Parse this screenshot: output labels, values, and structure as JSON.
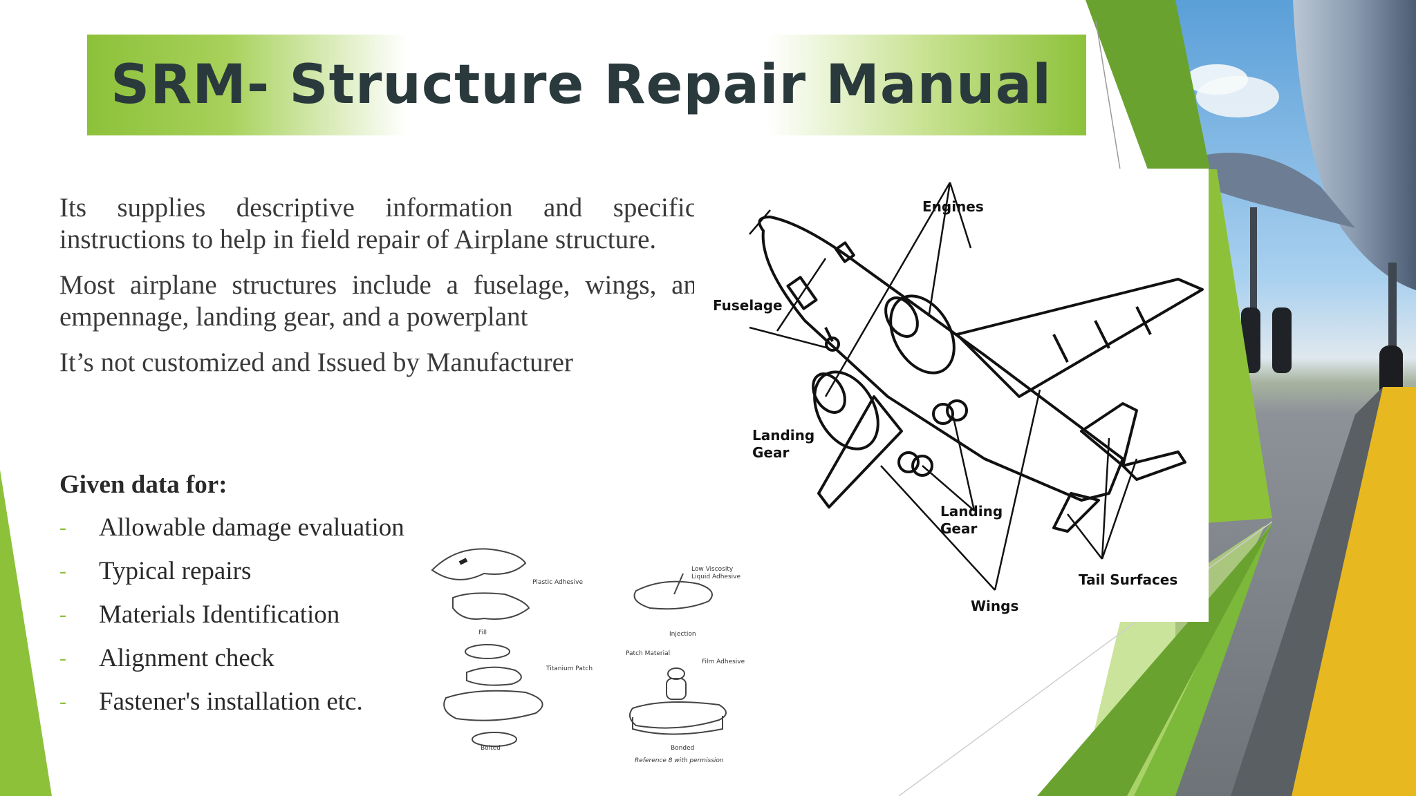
{
  "slide": {
    "title": "SRM- Structure Repair Manual",
    "paragraphs": [
      "Its supplies descriptive information and specific instructions to help in field repair of Airplane structure.",
      "Most airplane structures include a  fuselage, wings, an empennage, landing gear, and a powerplant",
      "It’s not customized and Issued by Manufacturer"
    ],
    "given_heading": "Given data for:",
    "bullets": [
      "Allowable damage evaluation",
      "Typical repairs",
      "Materials Identification",
      "Alignment check",
      "Fastener's installation etc."
    ],
    "bullet_marker": "-"
  },
  "airplane_diagram": {
    "labels": {
      "engines": "Engines",
      "fuselage": "Fuselage",
      "landing_gear_1a": "Landing",
      "landing_gear_1b": "Gear",
      "landing_gear_2a": "Landing",
      "landing_gear_2b": "Gear",
      "tail": "Tail Surfaces",
      "wings": "Wings"
    }
  },
  "repair_diagram": {
    "labels": {
      "plastic_adhesive": "Plastic Adhesive",
      "fill": "Fill",
      "low_viscosity": "Low Viscosity",
      "liquid_adhesive": "Liquid Adhesive",
      "injection": "Injection",
      "titanium_patch": "Titanium Patch",
      "patch_material": "Patch Material",
      "film_adhesive": "Film Adhesive",
      "bolted": "Bolted",
      "bonded": "Bonded",
      "reference": "Reference 8 with permission"
    }
  },
  "colors": {
    "accent_green": "#8dc13a",
    "dark_green": "#6aa230",
    "title_text": "#2a3a3c",
    "runway_yellow": "#e8b820"
  },
  "icons": [
    "dash-bullet-icon"
  ]
}
